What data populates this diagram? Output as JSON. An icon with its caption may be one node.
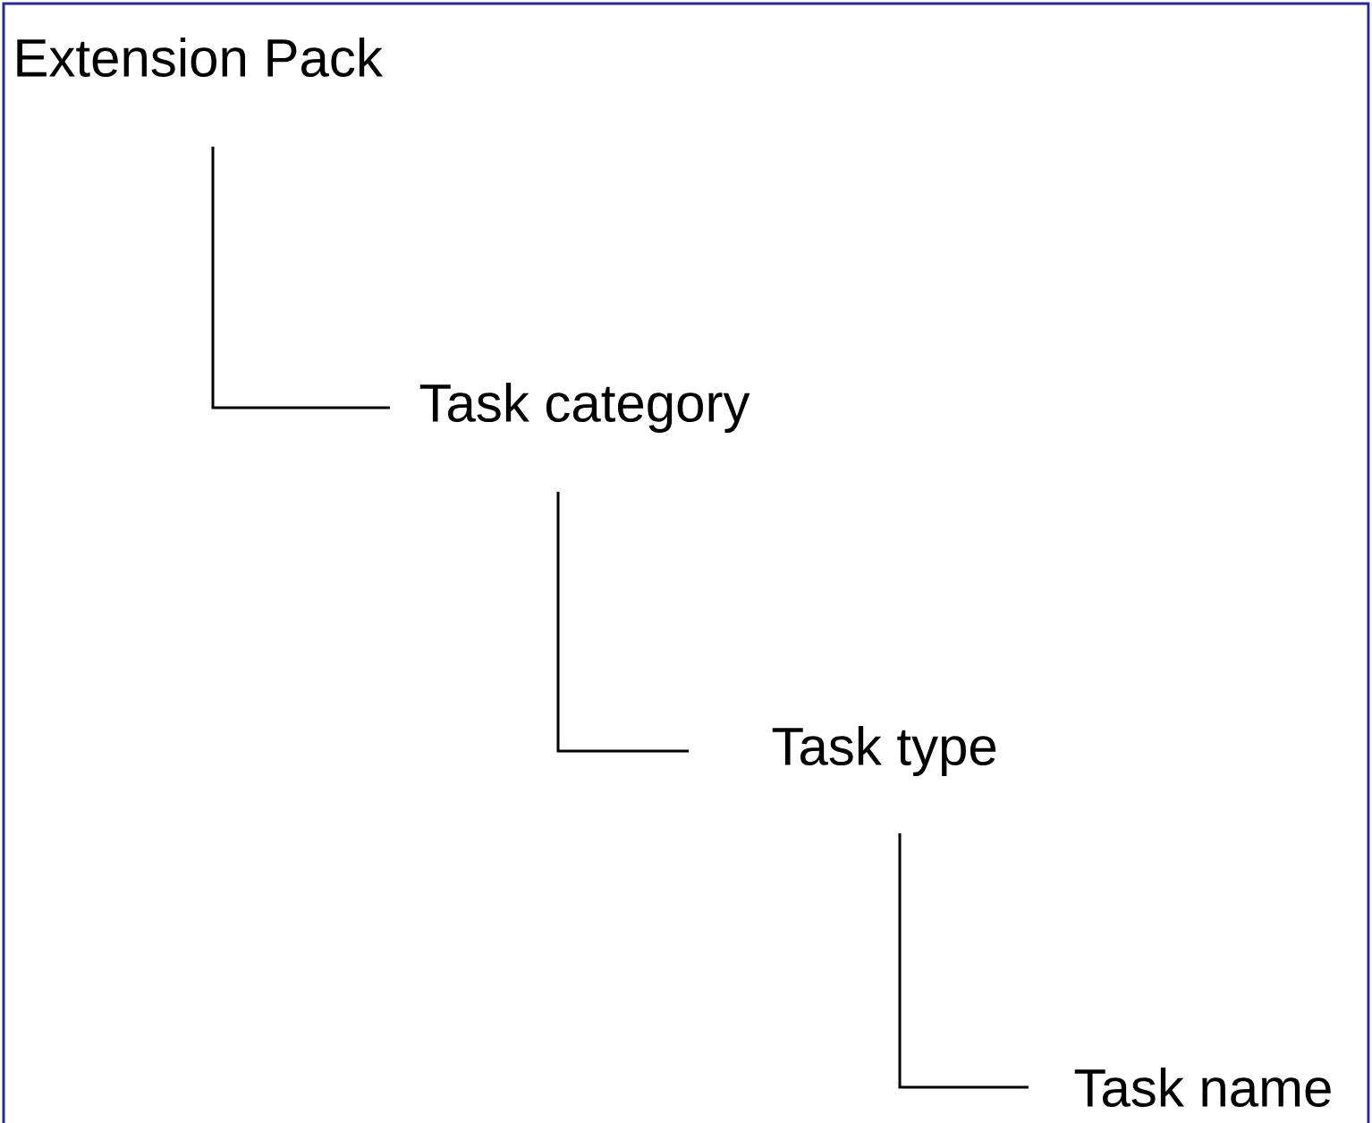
{
  "diagram": {
    "nodes": [
      {
        "text": [
          "Extension Pack"
        ]
      },
      {
        "text": [
          "Task category"
        ]
      },
      {
        "text": [
          "Task type"
        ]
      },
      {
        "text": [
          "Task name"
        ]
      }
    ],
    "edges": [
      {
        "from": 0,
        "to": 1,
        "arrow": "none"
      },
      {
        "from": 1,
        "to": 2,
        "arrow": "none"
      },
      {
        "from": 2,
        "to": 3,
        "arrow": "none"
      }
    ]
  }
}
